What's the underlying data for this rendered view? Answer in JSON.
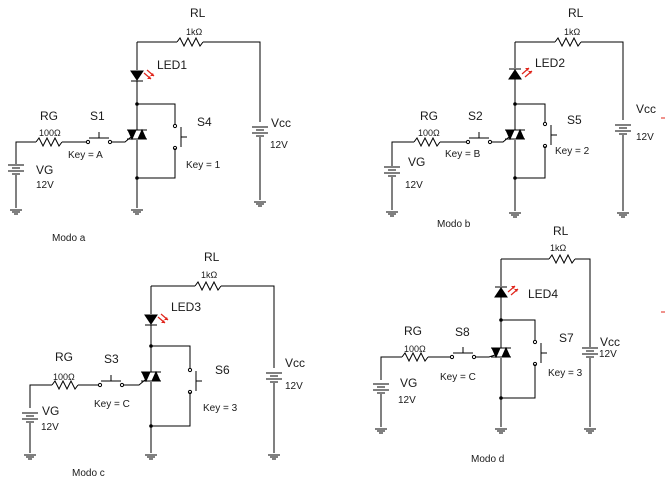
{
  "circuits": [
    {
      "mode": "Modo a",
      "rl_name": "RL",
      "rl_value": "1kΩ",
      "led": "LED1",
      "rg_name": "RG",
      "rg_value": "100Ω",
      "sw_gate_name": "S1",
      "sw_gate_key": "Key = A",
      "sw_par_name": "S4",
      "sw_par_key": "Key = 1",
      "vg_name": "VG",
      "vg_value": "12V",
      "vcc_name": "Vcc",
      "vcc_value": "12V"
    },
    {
      "mode": "Modo b",
      "rl_name": "RL",
      "rl_value": "1kΩ",
      "led": "LED2",
      "rg_name": "RG",
      "rg_value": "100Ω",
      "sw_gate_name": "S2",
      "sw_gate_key": "Key = B",
      "sw_par_name": "S5",
      "sw_par_key": "Key = 2",
      "vg_name": "VG",
      "vg_value": "12V",
      "vcc_name": "Vcc",
      "vcc_value": "12V"
    },
    {
      "mode": "Modo c",
      "rl_name": "RL",
      "rl_value": "1kΩ",
      "led": "LED3",
      "rg_name": "RG",
      "rg_value": "100Ω",
      "sw_gate_name": "S3",
      "sw_gate_key": "Key = C",
      "sw_par_name": "S6",
      "sw_par_key": "Key = 3",
      "vg_name": "VG",
      "vg_value": "12V",
      "vcc_name": "Vcc",
      "vcc_value": "12V"
    },
    {
      "mode": "Modo d",
      "rl_name": "RL",
      "rl_value": "1kΩ",
      "led": "LED4",
      "rg_name": "RG",
      "rg_value": "100Ω",
      "sw_gate_name": "S8",
      "sw_gate_key": "Key = C",
      "sw_par_name": "S7",
      "sw_par_key": "Key = 3",
      "vg_name": "VG",
      "vg_value": "12V",
      "vcc_name": "Vcc",
      "vcc_value": "12V"
    }
  ],
  "colors": {
    "wire": "#000000",
    "led_light": "#e0241a"
  }
}
